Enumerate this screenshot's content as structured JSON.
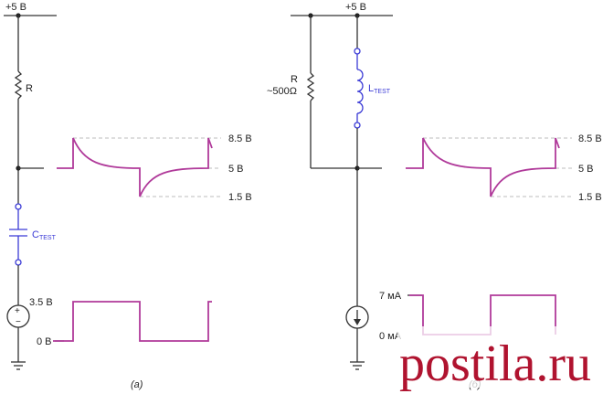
{
  "circuit_a": {
    "supply_label": "+5 В",
    "resistor_label": "R",
    "cap_label_main": "C",
    "cap_label_sub": "TEST",
    "source_high_label": "3.5 В",
    "source_low_label": "0 В",
    "level_high": "8.5 В",
    "level_mid": "5 В",
    "level_low": "1.5 В",
    "caption": "(а)"
  },
  "circuit_b": {
    "supply_label": "+5 В",
    "resistor_label": "R",
    "resistor_value": "~500Ω",
    "ind_label_main": "L",
    "ind_label_sub": "TEST",
    "current_high_label": "7 мА",
    "current_low_label": "0 мА",
    "level_high": "8.5 В",
    "level_mid": "5 В",
    "level_low": "1.5 В",
    "caption": "(б)"
  },
  "watermark": "postila.ru",
  "colors": {
    "wire": "#333333",
    "component": "#3b3bd6",
    "waveform": "#b03a9a",
    "guide": "#bdbdbd",
    "watermark": "#b0132f"
  }
}
